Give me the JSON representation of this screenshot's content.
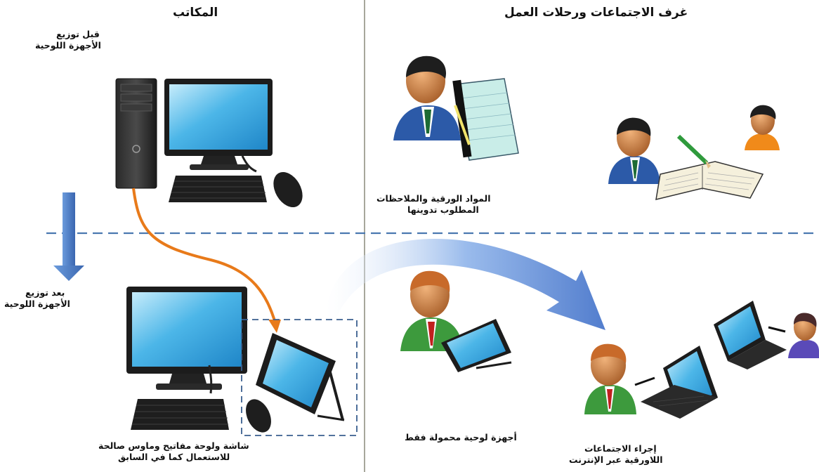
{
  "headers": {
    "offices": "المكاتب",
    "meetings": "غرف الاجتماعات ورحلات العمل"
  },
  "labels": {
    "before_line1": "قبل توزيع",
    "before_line2": "الأجهزة اللوحية",
    "after_line1": "بعد توزيع",
    "after_line2": "الأجهزة اللوحية",
    "paper_line1": "المواد الورقية والملاحظات",
    "paper_line2": "المطلوب تدوينها",
    "tablets_only": "أجهزة لوحية محمولة فقط",
    "office_line1": "شاشة ولوحة مفاتيح وماوس صالحة",
    "office_line2": "للاستعمال كما في السابق",
    "paperless_line1": "إجراء الاجتماعات",
    "paperless_line2": "اللاورقية عبر الإنترنت"
  },
  "colors": {
    "divider": "#8a8a7a",
    "dashed_line": "#4a78b0",
    "arrow_down": "#4f81c7",
    "orange_arrow": "#e87a1a",
    "screen": "#2f9ddb",
    "skin": "#c87a3e",
    "blue_suit": "#2c5aa8",
    "green_suit": "#3d9a3d",
    "orange_suit": "#f08a1a",
    "purple_suit": "#5a4ab8"
  }
}
